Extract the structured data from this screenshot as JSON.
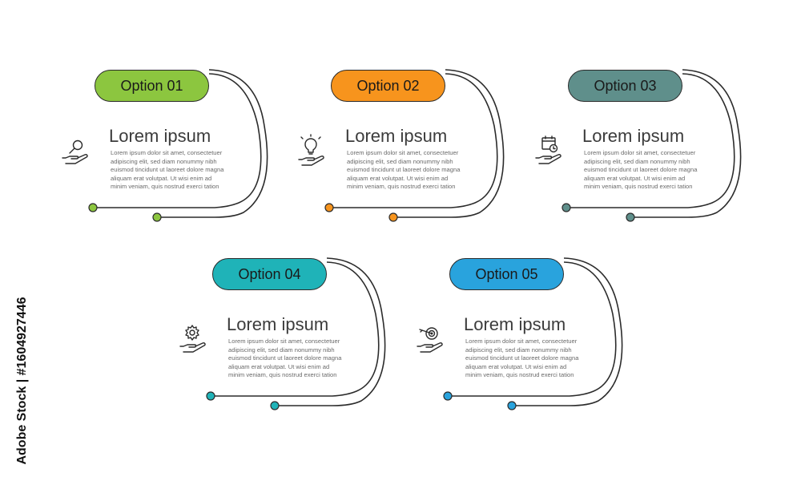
{
  "options": [
    {
      "label": "Option 01",
      "title": "Lorem ipsum",
      "color": "#8cc63f",
      "icon": "search-hand-icon",
      "body": [
        "Lorem ipsum dolor sit amet, consectetuer",
        "adipiscing elit, sed diam nonummy nibh",
        "euismod tincidunt ut laoreet dolore magna",
        "aliquam erat volutpat. Ut wisi enim ad",
        "minim veniam, quis nostrud exerci tation"
      ]
    },
    {
      "label": "Option 02",
      "title": "Lorem ipsum",
      "color": "#f7941d",
      "icon": "lightbulb-hand-icon",
      "body": [
        "Lorem ipsum dolor sit amet, consectetuer",
        "adipiscing elit, sed diam nonummy nibh",
        "euismod tincidunt ut laoreet dolore magna",
        "aliquam erat volutpat. Ut wisi enim ad",
        "minim veniam, quis nostrud exerci tation"
      ]
    },
    {
      "label": "Option 03",
      "title": "Lorem ipsum",
      "color": "#5f8f8b",
      "icon": "calendar-hand-icon",
      "body": [
        "Lorem ipsum dolor sit amet, consectetuer",
        "adipiscing elit, sed diam nonummy nibh",
        "euismod tincidunt ut laoreet dolore magna",
        "aliquam erat volutpat. Ut wisi enim ad",
        "minim veniam, quis nostrud exerci tation"
      ]
    },
    {
      "label": "Option 04",
      "title": "Lorem ipsum",
      "color": "#1fb3b8",
      "icon": "gear-hand-icon",
      "body": [
        "Lorem ipsum dolor sit amet, consectetuer",
        "adipiscing elit, sed diam nonummy nibh",
        "euismod tincidunt ut laoreet dolore magna",
        "aliquam erat volutpat. Ut wisi enim ad",
        "minim veniam, quis nostrud exerci tation"
      ]
    },
    {
      "label": "Option 05",
      "title": "Lorem ipsum",
      "color": "#29a3dd",
      "icon": "target-hand-icon",
      "body": [
        "Lorem ipsum dolor sit amet, consectetuer",
        "adipiscing elit, sed diam nonummy nibh",
        "euismod tincidunt ut laoreet dolore magna",
        "aliquam erat volutpat. Ut wisi enim ad",
        "minim veniam, quis nostrud exerci tation"
      ]
    }
  ],
  "watermark": "Adobe Stock | #1604927446",
  "line_color": "#2b2b2b"
}
